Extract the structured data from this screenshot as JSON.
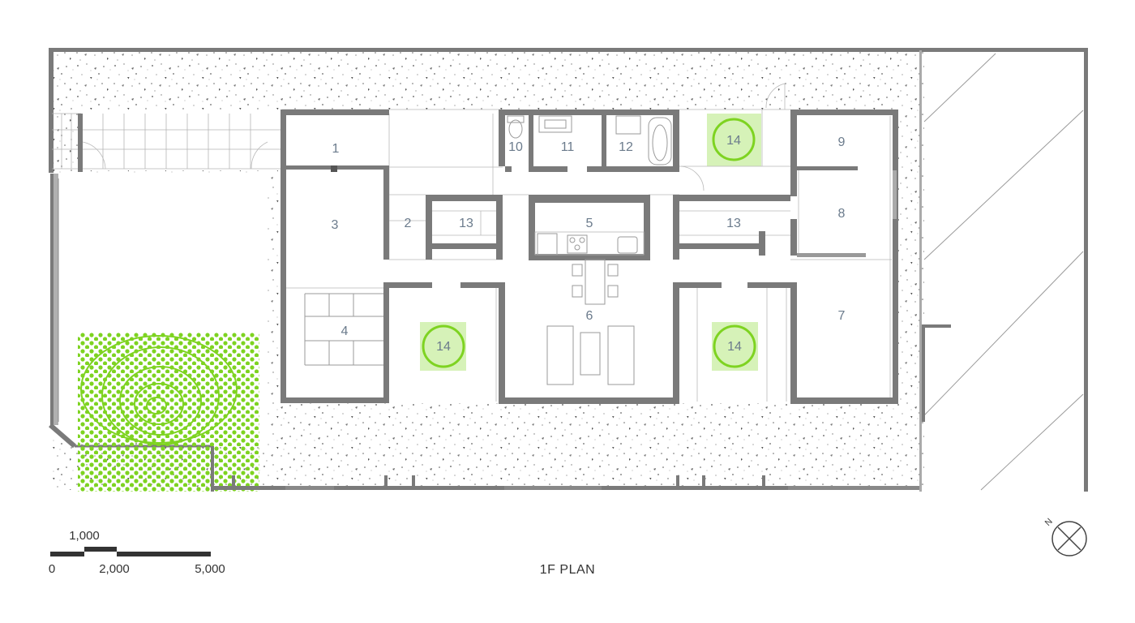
{
  "plan": {
    "title": "1F PLAN",
    "room_labels": {
      "r1": "1",
      "r2": "2",
      "r3": "3",
      "r4": "4",
      "r5": "5",
      "r6": "6",
      "r7": "7",
      "r8": "8",
      "r9": "9",
      "r10": "10",
      "r11": "11",
      "r12": "12",
      "r13a": "13",
      "r13b": "13",
      "r14a": "14",
      "r14b": "14",
      "r14c": "14"
    },
    "scale_bar": {
      "mark_0": "0",
      "mark_1000": "1,000",
      "mark_2000": "2,000",
      "mark_5000": "5,000"
    },
    "north_label": "N",
    "colors": {
      "wall": "#7a7a7a",
      "courtyard_green": "#7ed321",
      "courtyard_fill": "#d6f2b8",
      "room_label": "#6b7b8c"
    }
  }
}
